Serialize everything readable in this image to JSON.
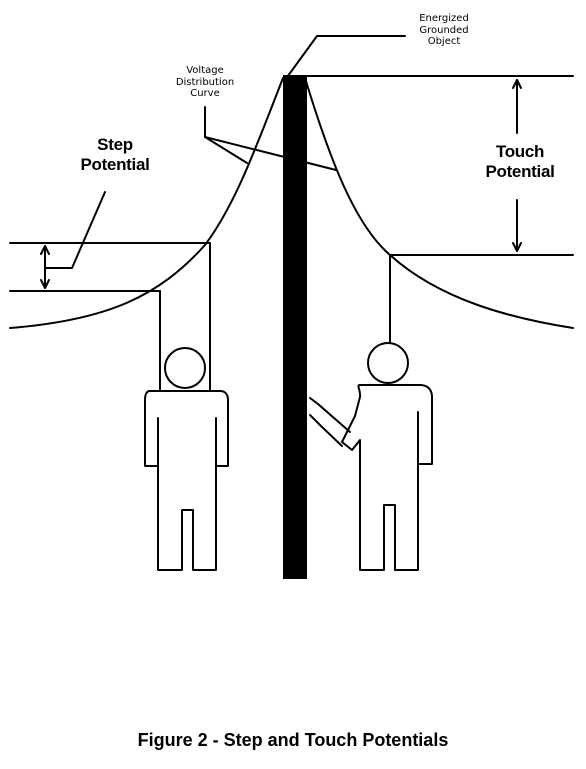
{
  "labels": {
    "energized_object": [
      "Energized",
      "Grounded",
      "Object"
    ],
    "voltage_curve": [
      "Voltage",
      "Distribution",
      "Curve"
    ],
    "step_potential": [
      "Step",
      "Potential"
    ],
    "touch_potential": [
      "Touch",
      "Potential"
    ]
  },
  "caption": "Figure 2 - Step and Touch Potentials",
  "colors": {
    "ink": "#000000",
    "paper": "#ffffff"
  }
}
